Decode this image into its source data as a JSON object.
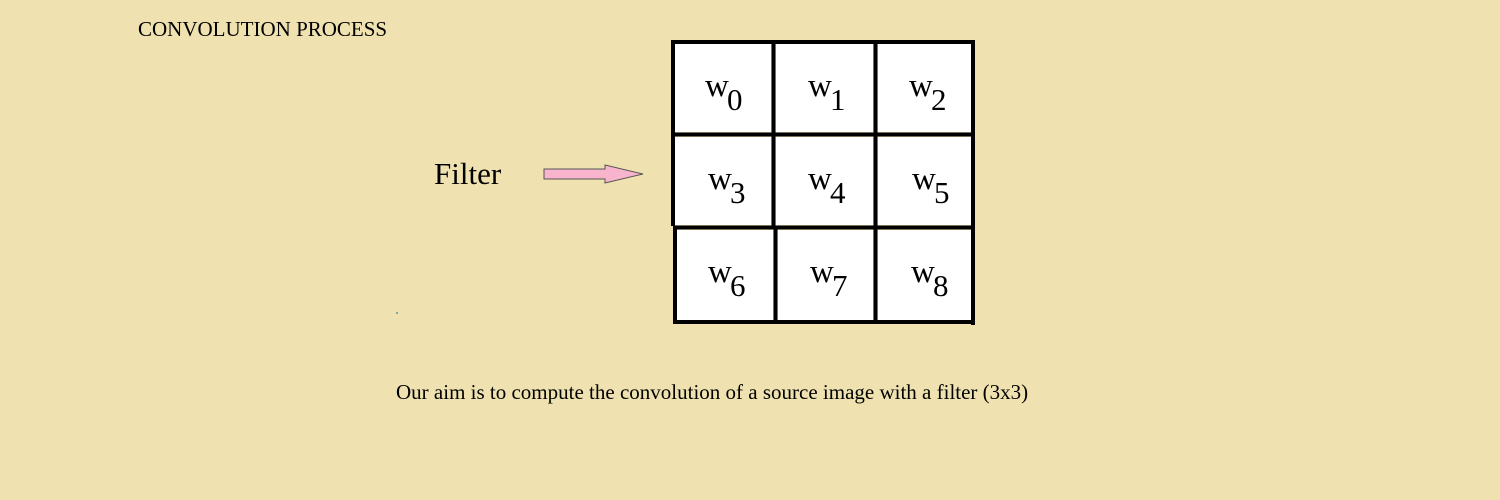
{
  "title": "CONVOLUTION PROCESS",
  "filter_label": "Filter",
  "caption": "Our aim is to compute the convolution of a source image with a filter (3x3)",
  "colors": {
    "background": "#efe2b0",
    "arrow_fill": "#f7b4cc",
    "grid_line": "#000000",
    "cell_fill": "#ffffff"
  },
  "icons": {
    "arrow": "right-arrow-icon"
  },
  "grid": {
    "rows": 3,
    "cols": 3,
    "cells": [
      {
        "symbol": "w",
        "index": "0"
      },
      {
        "symbol": "w",
        "index": "1"
      },
      {
        "symbol": "w",
        "index": "2"
      },
      {
        "symbol": "w",
        "index": "3"
      },
      {
        "symbol": "w",
        "index": "4"
      },
      {
        "symbol": "w",
        "index": "5"
      },
      {
        "symbol": "w",
        "index": "6"
      },
      {
        "symbol": "w",
        "index": "7"
      },
      {
        "symbol": "w",
        "index": "8"
      }
    ]
  }
}
